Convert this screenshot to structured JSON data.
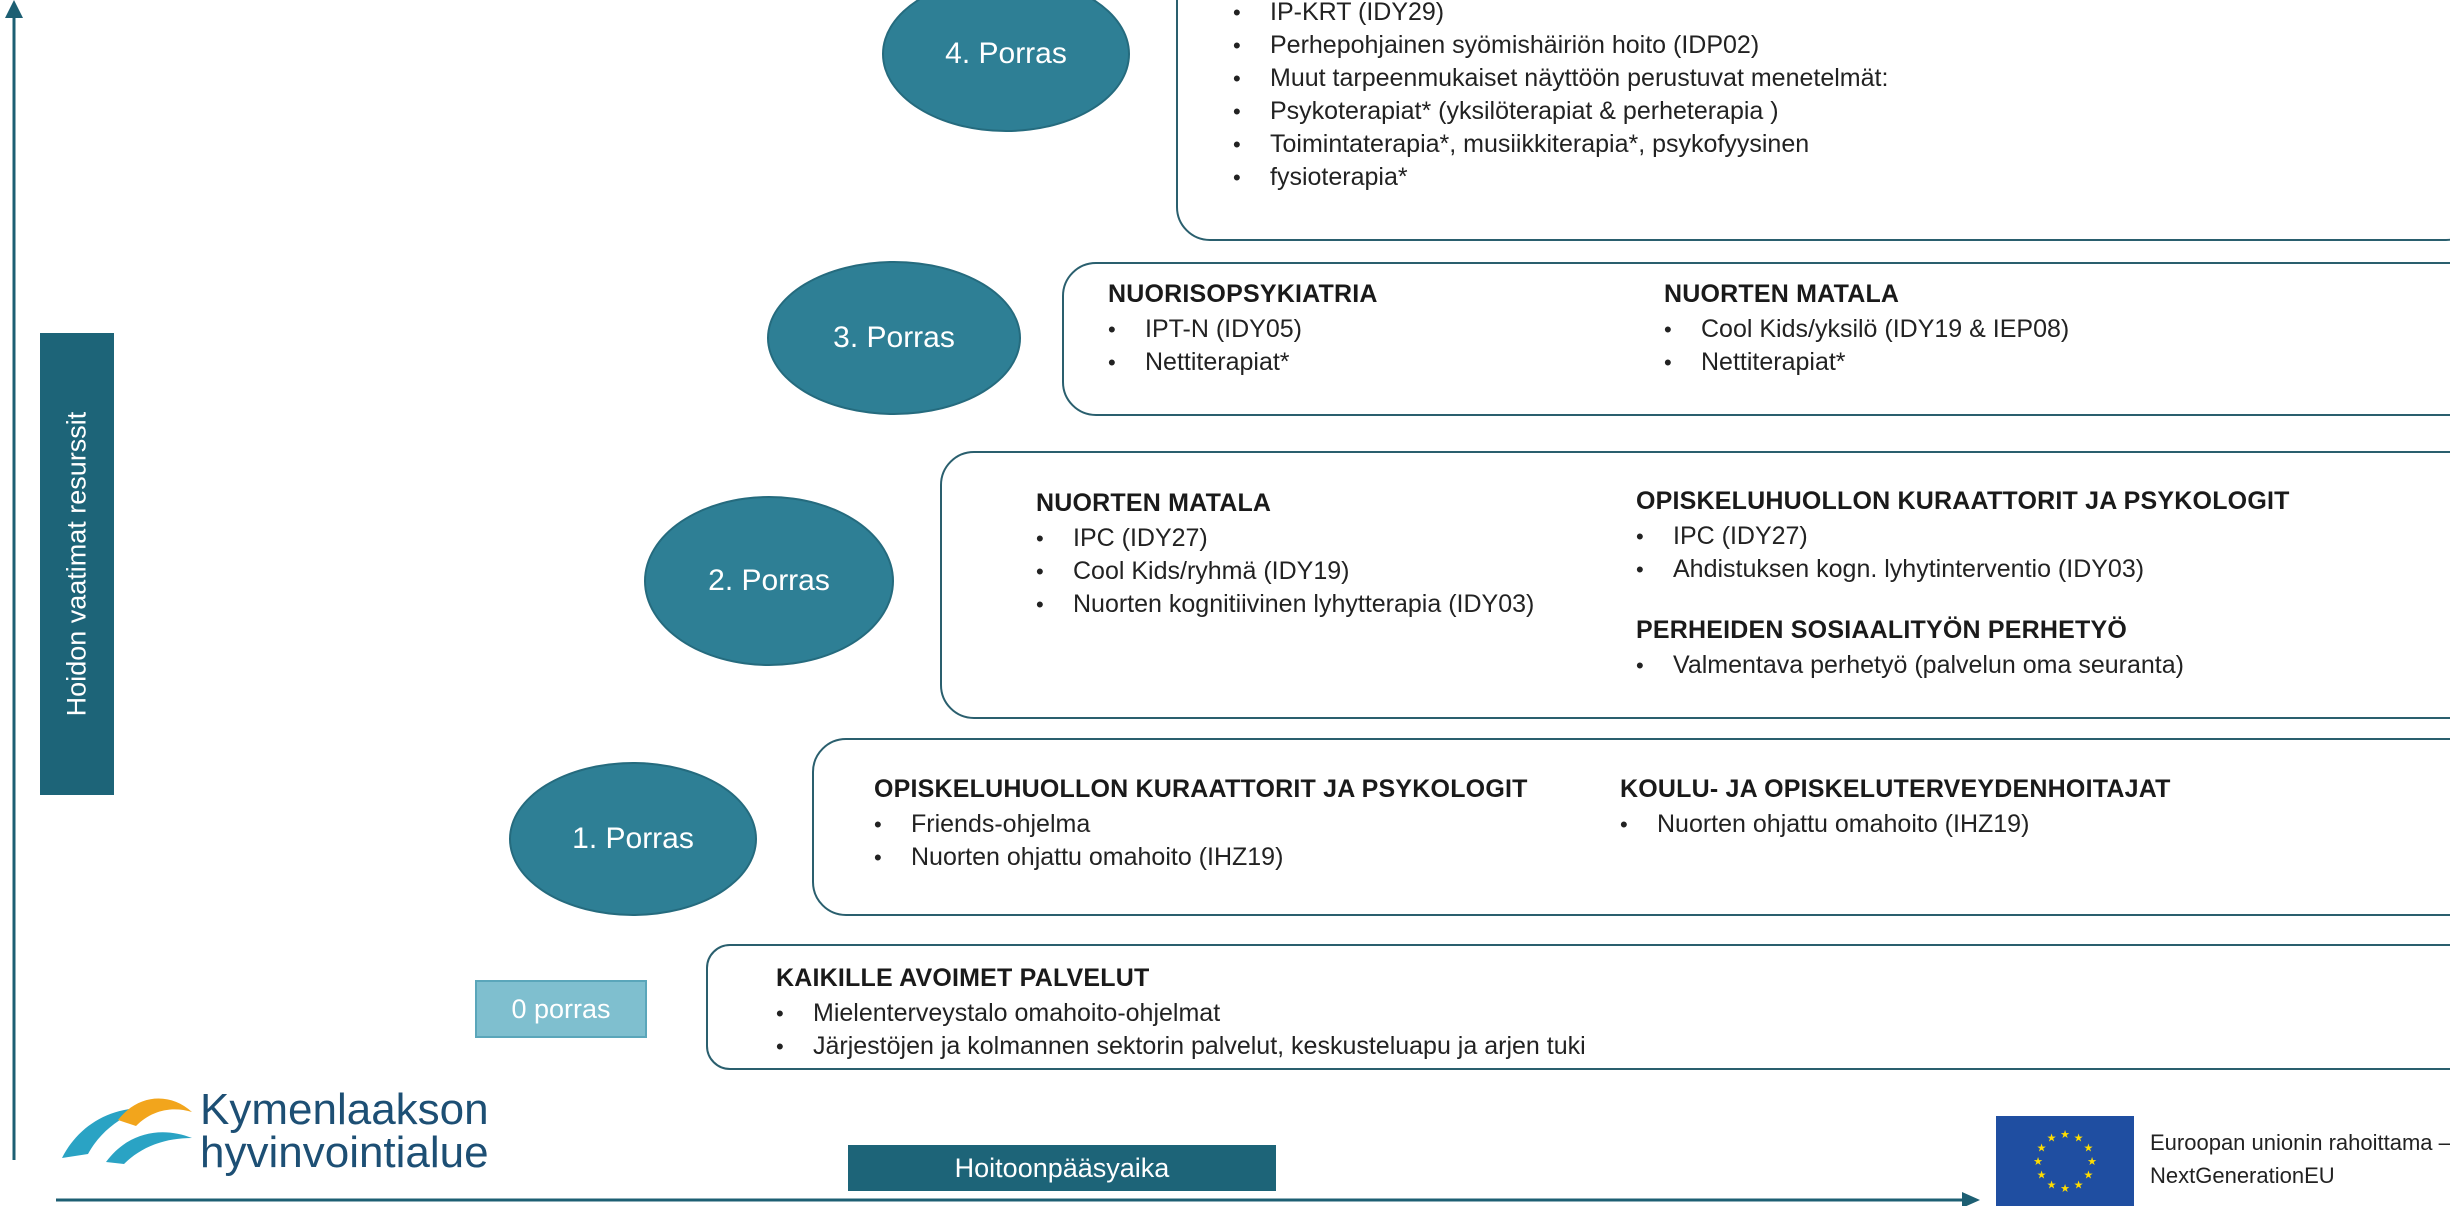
{
  "axes": {
    "y_label": "Hoidon vaatimat resurssit",
    "x_label": "Hoitoonpääsyaika"
  },
  "steps": {
    "s4": "4. Porras",
    "s3": "3. Porras",
    "s2": "2. Porras",
    "s1": "1. Porras",
    "s0": "0 porras"
  },
  "box4": {
    "items": [
      "IP-KRT (IDY29)",
      "Perhepohjainen syömishäiriön hoito (IDP02)",
      "Muut tarpeenmukaiset näyttöön perustuvat menetelmät:",
      "Psykoterapiat* (yksilöterapiat & perheterapia )",
      "Toimintaterapia*, musiikkiterapia*, psykofyysinen",
      "fysioterapia*"
    ]
  },
  "box3": {
    "left": {
      "heading": "NUORISOPSYKIATRIA",
      "items": [
        "IPT-N (IDY05)",
        "Nettiterapiat*"
      ]
    },
    "right": {
      "heading": "NUORTEN MATALA",
      "items": [
        "Cool Kids/yksilö (IDY19 & IEP08)",
        "Nettiterapiat*"
      ]
    }
  },
  "box2": {
    "left": {
      "heading": "NUORTEN MATALA",
      "items": [
        "IPC (IDY27)",
        "Cool Kids/ryhmä (IDY19)",
        "Nuorten kognitiivinen lyhytterapia (IDY03)"
      ]
    },
    "right_top": {
      "heading": "OPISKELUHUOLLON KURAATTORIT JA PSYKOLOGIT",
      "items": [
        "IPC (IDY27)",
        "Ahdistuksen kogn. lyhytinterventio (IDY03)"
      ]
    },
    "right_bottom": {
      "heading": "PERHEIDEN SOSIAALITYÖN PERHETYÖ",
      "items": [
        "Valmentava perhetyö (palvelun oma seuranta)"
      ]
    }
  },
  "box1": {
    "left": {
      "heading": "OPISKELUHUOLLON KURAATTORIT JA PSYKOLOGIT",
      "items": [
        "Friends-ohjelma",
        "Nuorten ohjattu omahoito (IHZ19)"
      ]
    },
    "right": {
      "heading": "KOULU- JA OPISKELUTERVEYDENHOITAJAT",
      "items": [
        "Nuorten ohjattu omahoito (IHZ19)"
      ]
    }
  },
  "box0": {
    "heading": "KAIKILLE AVOIMET PALVELUT",
    "items": [
      "Mielenterveystalo omahoito-ohjelmat",
      "Järjestöjen ja kolmannen sektorin palvelut, keskusteluapu ja arjen tuki"
    ]
  },
  "logo": {
    "line1": "Kymenlaakson",
    "line2": "hyvinvointialue"
  },
  "eu": {
    "line1": "Euroopan unionin rahoittama –",
    "line2": "NextGenerationEU"
  },
  "colors": {
    "primary": "#2e7f95",
    "dark": "#1d6478",
    "light": "#7fbfcf",
    "border": "#2a5f6e",
    "eu_blue": "#1f4ea1",
    "eu_star": "#ffdd00"
  }
}
